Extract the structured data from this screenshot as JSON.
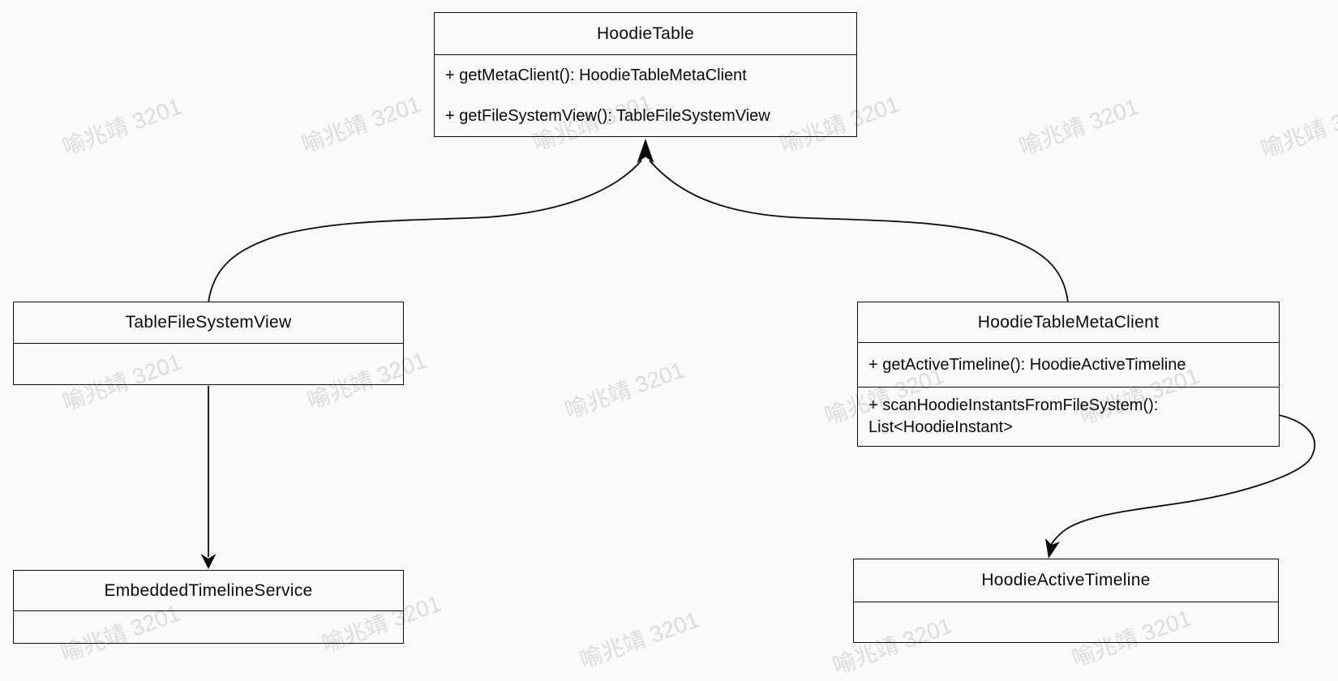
{
  "diagram": {
    "type": "uml-class-diagram",
    "background_color": "#fafafa",
    "line_color": "#000000",
    "watermark": {
      "text": "喻兆靖 3201",
      "color": "rgba(0,0,0,0.12)"
    },
    "classes": {
      "hoodie_table": {
        "title": "HoodieTable",
        "method_1": "+ getMetaClient(): HoodieTableMetaClient",
        "method_2": "+ getFileSystemView(): TableFileSystemView"
      },
      "table_file_system_view": {
        "title": "TableFileSystemView"
      },
      "hoodie_table_meta_client": {
        "title": "HoodieTableMetaClient",
        "method_1": "+ getActiveTimeline(): HoodieActiveTimeline",
        "method_2_line1": "+ scanHoodieInstantsFromFileSystem():",
        "method_2_line2": "List<HoodieInstant>"
      },
      "embedded_timeline_service": {
        "title": "EmbeddedTimelineService"
      },
      "hoodie_active_timeline": {
        "title": "HoodieActiveTimeline"
      }
    },
    "relations": [
      {
        "from": "TableFileSystemView",
        "to": "HoodieTable",
        "style": "curved",
        "arrowhead": "up"
      },
      {
        "from": "HoodieTableMetaClient",
        "to": "HoodieTable",
        "style": "curved",
        "arrowhead": "up"
      },
      {
        "from": "TableFileSystemView",
        "to": "EmbeddedTimelineService",
        "style": "straight",
        "arrowhead": "down"
      },
      {
        "from": "HoodieTableMetaClient",
        "to": "HoodieActiveTimeline",
        "style": "s-curve",
        "arrowhead": "down"
      }
    ]
  }
}
